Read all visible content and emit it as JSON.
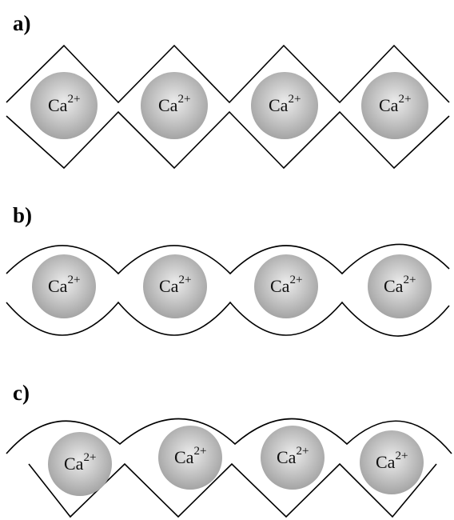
{
  "panels": [
    {
      "id": "a",
      "label": "a)",
      "shape": "diamond",
      "ions": [
        {
          "base": "Ca",
          "charge": "2+"
        },
        {
          "base": "Ca",
          "charge": "2+"
        },
        {
          "base": "Ca",
          "charge": "2+"
        },
        {
          "base": "Ca",
          "charge": "2+"
        }
      ]
    },
    {
      "id": "b",
      "label": "b)",
      "shape": "curved",
      "ions": [
        {
          "base": "Ca",
          "charge": "2+"
        },
        {
          "base": "Ca",
          "charge": "2+"
        },
        {
          "base": "Ca",
          "charge": "2+"
        },
        {
          "base": "Ca",
          "charge": "2+"
        }
      ]
    },
    {
      "id": "c",
      "label": "c)",
      "shape": "curved-top-angular-bottom",
      "ions": [
        {
          "base": "Ca",
          "charge": "2+"
        },
        {
          "base": "Ca",
          "charge": "2+"
        },
        {
          "base": "Ca",
          "charge": "2+"
        },
        {
          "base": "Ca",
          "charge": "2+"
        }
      ]
    }
  ],
  "colors": {
    "ion_center": "#ececec",
    "ion_edge": "#a4a4a4",
    "line": "#000000"
  }
}
